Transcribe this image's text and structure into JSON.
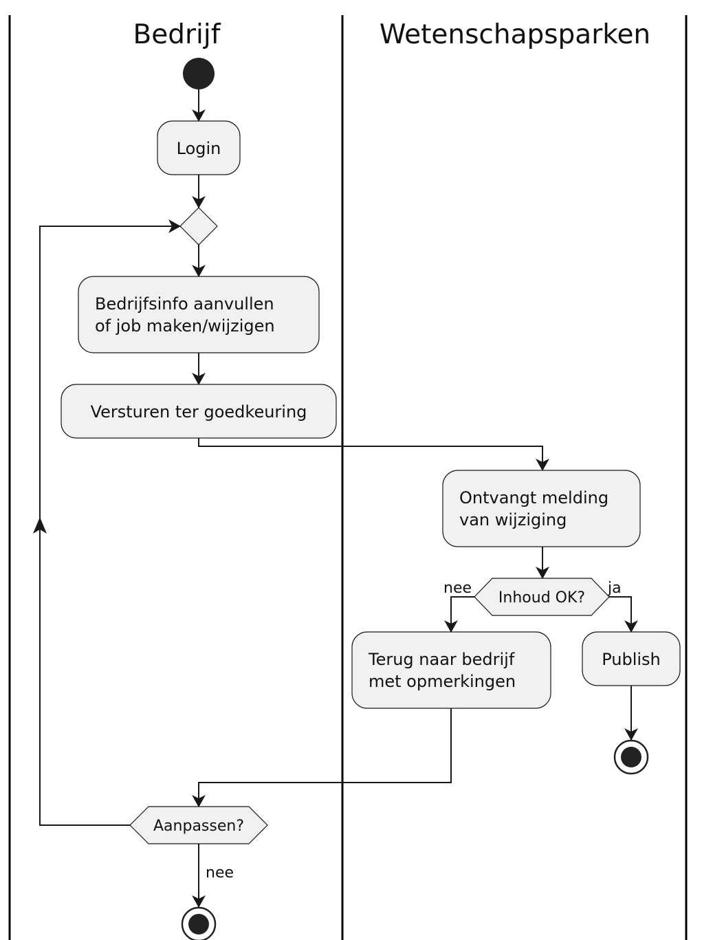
{
  "swimlanes": {
    "left_title": "Bedrijf",
    "right_title": "Wetenschapsparken"
  },
  "activities": {
    "login": "Login",
    "fill_info_line1": "Bedrijfsinfo aanvullen",
    "fill_info_line2": "of job maken/wijzigen",
    "submit": "Versturen ter goedkeuring",
    "receive_line1": "Ontvangt melding",
    "receive_line2": "van wijziging",
    "return_line1": "Terug naar bedrijf",
    "return_line2": "met opmerkingen",
    "publish": "Publish"
  },
  "decisions": {
    "content_ok": "Inhoud OK?",
    "adjust": "Aanpassen?"
  },
  "edge_labels": {
    "content_no": "nee",
    "content_yes": "ja",
    "adjust_no": "nee"
  },
  "colors": {
    "node_fill": "#F1F1F1",
    "stroke": "#181818",
    "lane_line": "#000000",
    "terminal": "#222222"
  }
}
